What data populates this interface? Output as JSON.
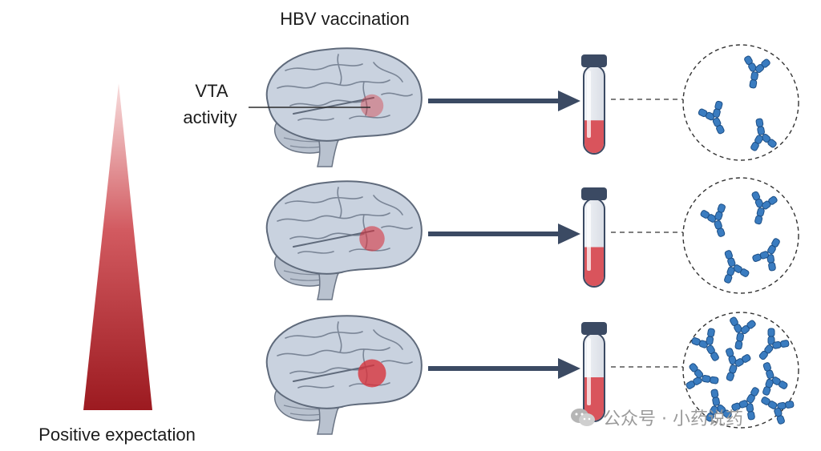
{
  "title": "HBV vaccination",
  "vta_label_line1": "VTA",
  "vta_label_line2": "activity",
  "bottom_label": "Positive expectation",
  "watermark_text": "公众号 · 小药说药",
  "colors": {
    "arrow": "#3b4a63",
    "blood": "#d9545c",
    "antibody": "#2f6fb3",
    "brain": "#c9d2df",
    "triangle_top": "#f6d6d6",
    "triangle_bottom": "#a01c22"
  },
  "rows": [
    {
      "level": "low",
      "vta_intensity": 0.25,
      "blood_fill": 0.38,
      "antibody_count": 3
    },
    {
      "level": "medium",
      "vta_intensity": 0.55,
      "blood_fill": 0.45,
      "antibody_count": 4
    },
    {
      "level": "high",
      "vta_intensity": 0.9,
      "blood_fill": 0.5,
      "antibody_count": 9
    }
  ]
}
